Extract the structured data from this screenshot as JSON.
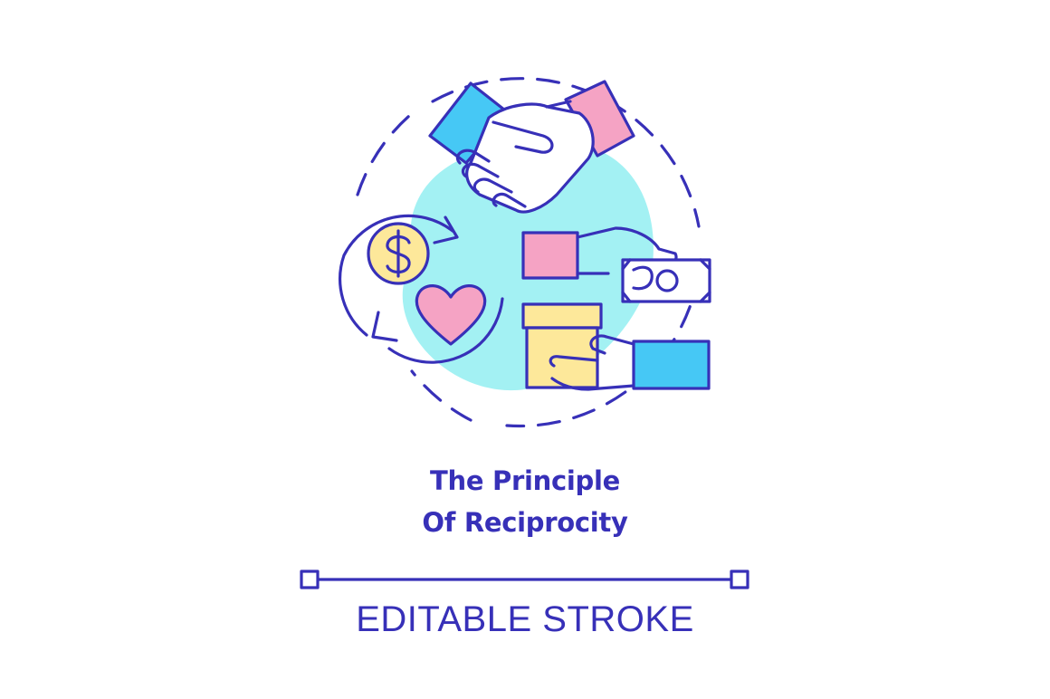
{
  "title": {
    "line1": "The Principle",
    "line2": "Of Reciprocity"
  },
  "caption": "EDITABLE STROKE",
  "icons": [
    "handshake-icon",
    "dollar-coin-icon",
    "heart-icon",
    "cycle-arrows-icon",
    "hand-with-banknote-icon",
    "hand-with-gift-box-icon"
  ],
  "colors": {
    "stroke": "#3730b8",
    "cyan": "#46c8f5",
    "pink": "#f5a3c4",
    "yellow": "#fde89a",
    "aqua": "#a3f1f3"
  }
}
